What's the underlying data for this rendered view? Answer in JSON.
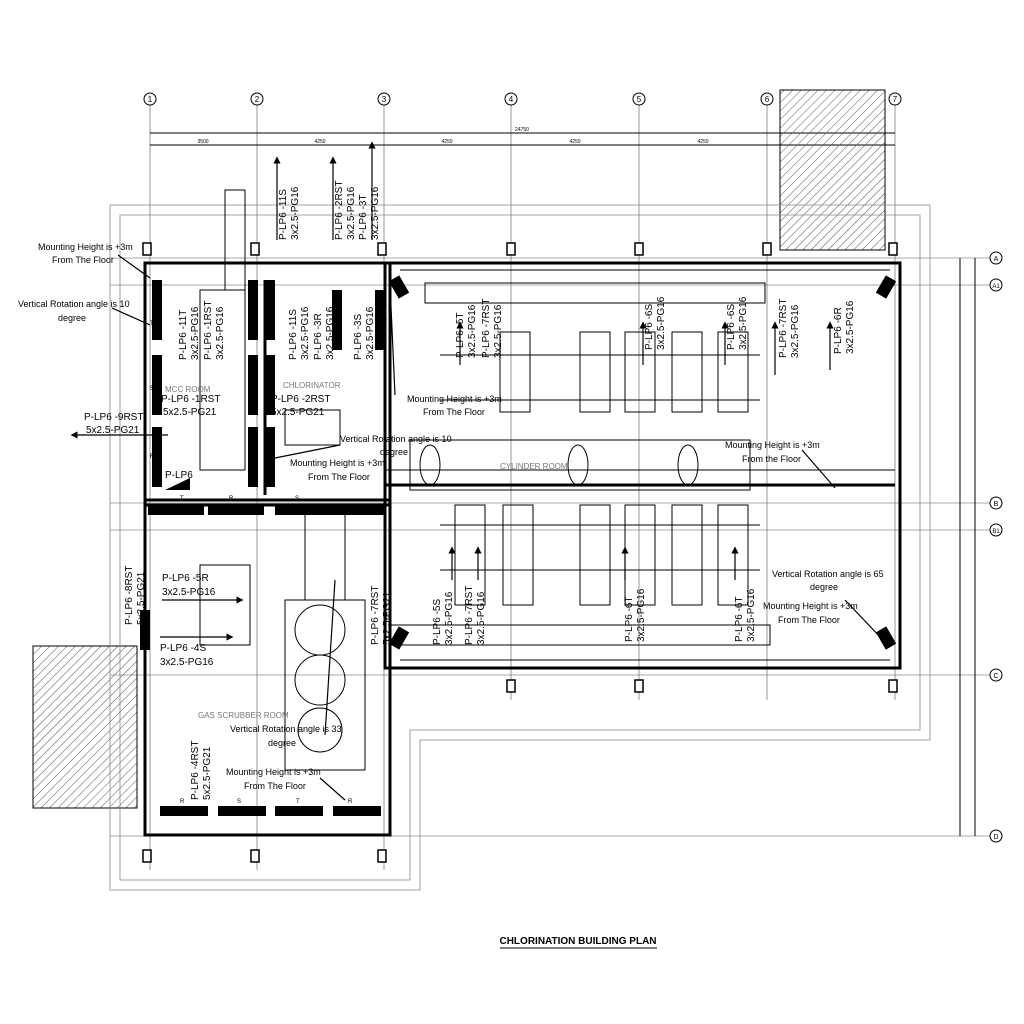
{
  "title": "CHLORINATION BUILDING PLAN",
  "grid": {
    "columns": [
      "1",
      "2",
      "3",
      "4",
      "5",
      "6",
      "7"
    ],
    "rows": [
      "A",
      "A1",
      "B",
      "B1",
      "C",
      "D"
    ]
  },
  "dimensions": {
    "overall": "24750",
    "spans": [
      "3500",
      "4250",
      "4250",
      "4250",
      "4250"
    ]
  },
  "rooms": {
    "mcc": "MCC ROOM",
    "chlorinator": "CHLORINATOR",
    "cylinder": "CYLINDER ROOM",
    "gas_scrubber": "GAS SCRUBBER ROOM"
  },
  "panel": "P-LP6",
  "notes": {
    "mount_1": [
      "Mounting Height is +3m",
      "From The Floor"
    ],
    "rot_1": [
      "Vertical Rotation angle is 10",
      "degree"
    ],
    "circ_9rst": [
      "P-LP6 -9RST",
      "5x2.5-PG21"
    ],
    "circ_1rst": [
      "P-LP6 -1RST",
      "5x2.5-PG21"
    ],
    "circ_2rst": [
      "P-LP6 -2RST",
      "5x2.5-PG21"
    ],
    "rot_2": [
      "Vertical Rotation angle is 10",
      "degree"
    ],
    "mount_2": [
      "Mounting Height is +3m",
      "From The Floor"
    ],
    "mount_3": [
      "Mounting Height is +3m",
      "From The Floor"
    ],
    "mount_4": [
      "Mounting Height is +3m",
      "From the Floor"
    ],
    "rot_3": [
      "Vertical Rotation angle is 65",
      "degree"
    ],
    "mount_5": [
      "Mounting Height is +3m",
      "From The Floor"
    ],
    "circ_5r": [
      "P-LP6 -5R",
      "3x2.5-PG16"
    ],
    "circ_4s": [
      "P-LP6 -4S",
      "3x2.5-PG16"
    ],
    "rot_4": [
      "Vertical Rotation angle is 33",
      "degree"
    ],
    "mount_6": [
      "Mounting Height is +3m",
      "From The Floor"
    ]
  },
  "vertical_labels": {
    "c11s": [
      "P-LP6 -11S",
      "3x2.5-PG16"
    ],
    "c2rst": [
      "P-LP6 -2RST",
      "3x2.5-PG16"
    ],
    "c3t": [
      "P-LP6 -3T",
      "3x2.5-PG16"
    ],
    "c11t": [
      "P-LP6 -11T",
      "3x2.5-PG16"
    ],
    "c1rst": [
      "P-LP6 -1RST",
      "3x2.5-PG16"
    ],
    "c11s_b": [
      "P-LP6 -11S",
      "3x2.5-PG16"
    ],
    "c3r": [
      "P-LP6 -3R",
      "3x2.5-PG16"
    ],
    "c3s": [
      "P-LP6 -3S",
      "3x2.5-PG16"
    ],
    "c5t": [
      "P-LP6 -5T",
      "3x2.5-PG16"
    ],
    "c7rst": [
      "P-LP6 -7RST",
      "3x2.5-PG16"
    ],
    "c6s_top": [
      "P-LP6 -6S",
      "3x2.5-PG16"
    ],
    "c6s_top2": [
      "P-LP6 -6S",
      "3x2.5-PG16"
    ],
    "c7rst_b": [
      "P-LP6 -7RST",
      "3x2.5-PG16"
    ],
    "c6r": [
      "P-LP6 -6R",
      "3x2.5-PG16"
    ],
    "c8rst": [
      "P-LP6 -8RST",
      "5x2.5-PG21"
    ],
    "c7rst_c": [
      "P-LP6 -7RST",
      "5x2.5-PG21"
    ],
    "c5s": [
      "P-LP6 -5S",
      "3x2.5-PG16"
    ],
    "c7rst_d": [
      "P-LP6 -7RST",
      "3x2.5-PG16"
    ],
    "c6t": [
      "P-LP6 -6T",
      "3x2.5-PG16"
    ],
    "c6t_b": [
      "P-LP6 -6T",
      "3x2.5-PG16"
    ],
    "c4rst": [
      "P-LP6 -4RST",
      "5x2.5-PG21"
    ]
  },
  "phase_marks": {
    "r": "R",
    "s": "S",
    "t": "T"
  }
}
